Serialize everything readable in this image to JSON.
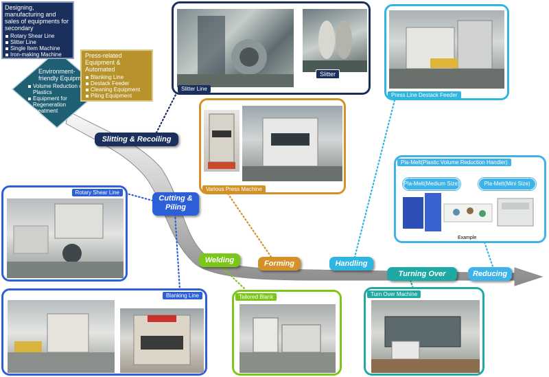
{
  "intro": {
    "title": "Designing, manufacturing and sales of equipments for secondary",
    "items": [
      "Rotary Shear Line",
      "Slitter Line",
      "Single Item Machine",
      "Iron-making Machine"
    ]
  },
  "press_group": {
    "title": "Press-related Equipment & Automated",
    "items": [
      "Blanking Line",
      "Destack Feeder",
      "Cleaning Equipment",
      "Piling Equipment"
    ]
  },
  "env_group": {
    "title": "Environment-friendly Equipment",
    "items": [
      "Volume Reduction of Plastics",
      "Equipment for Regeneration Treatment"
    ]
  },
  "panels": {
    "slitter_line": "Slitter Line",
    "slitter": "Slitter",
    "press_line": "Press Line Destack Feeder",
    "various_press": "Various Press Machine",
    "rotary_shear": "Rotary Shear Line",
    "blanking_line": "Blanking Line",
    "tailored_blank": "Tailored Blank",
    "turn_over": "Turn Over Machine",
    "pla_melt_title": "Pla-Melt(Plastic Volume Reduction Handler)",
    "pla_melt_medium": "Pla-Melt(Medium Size)",
    "pla_melt_mini": "Pla-Melt(Mini Size)",
    "pla_melt_example": "Example"
  },
  "stages": {
    "slitting": "Slitting & Recoiling",
    "cutting": "Cutting & Piling",
    "welding": "Welding",
    "forming": "Forming",
    "handling": "Handling",
    "turning": "Turning Over",
    "reducing": "Reducing"
  },
  "colors": {
    "navy": "#1b2f5c",
    "gold": "#b8922a",
    "teal": "#1f5f73",
    "blue": "#2c5fd8",
    "green": "#7cc61a",
    "orange": "#d4912a",
    "sky": "#2eb5e0",
    "turq": "#1fa9a4",
    "cyan": "#3fb3e8"
  }
}
